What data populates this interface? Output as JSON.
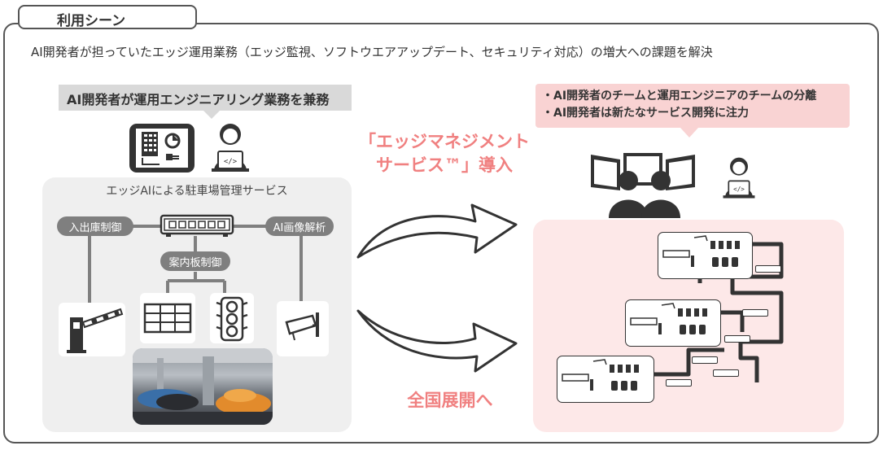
{
  "tab_title": "利用シーン",
  "headline": "AI開発者が担っていたエッジ運用業務（エッジ監視、ソフトウエアアップデート、セキュリティ対応）の増大への課題を解決",
  "left": {
    "label": "AI開発者が運用エンジニアリング業務を兼務",
    "panel_title": "エッジAIによる駐車場管理サービス",
    "pill_entry": "入出庫制御",
    "pill_image": "AI画像解析",
    "pill_board": "案内板制御"
  },
  "right": {
    "point1": "・AI開発者のチームと運用エンジニアのチームの分離",
    "point2": "・AI開発者は新たなサービス開発に注力"
  },
  "center": {
    "top_line1": "「エッジマネジメント",
    "top_line2": "サービス™」導入",
    "bottom": "全国展開へ"
  },
  "colors": {
    "accent": "#f08080",
    "pill": "#7f7f7f",
    "pink_bg": "#fde8e8",
    "gray_bg": "#efefef"
  },
  "icons": [
    "tablet-icon",
    "developer-icon",
    "edge-device-icon",
    "parking-gate-icon",
    "signboard-icon",
    "traffic-light-icon",
    "camera-icon",
    "monitor-wall-icon",
    "team-icon",
    "curved-arrow-icon",
    "parking-photo"
  ]
}
